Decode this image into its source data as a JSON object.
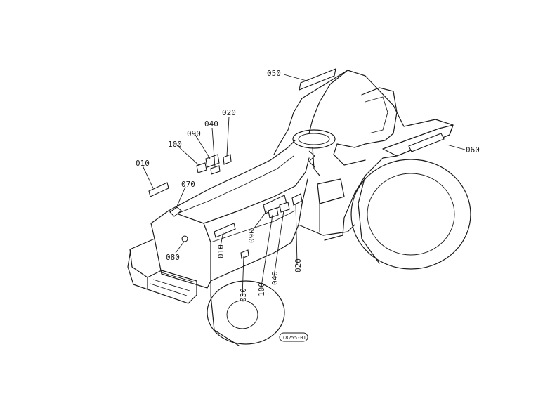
{
  "diagram": {
    "reference_code": "(8255-01)",
    "callouts": [
      {
        "id": "c050",
        "label": "050"
      },
      {
        "id": "c020a",
        "label": "020"
      },
      {
        "id": "c040a",
        "label": "040"
      },
      {
        "id": "c090a",
        "label": "090"
      },
      {
        "id": "c100a",
        "label": "100"
      },
      {
        "id": "c010a",
        "label": "010"
      },
      {
        "id": "c070",
        "label": "070"
      },
      {
        "id": "c060",
        "label": "060"
      },
      {
        "id": "c080",
        "label": "080"
      },
      {
        "id": "c010b",
        "label": "010"
      },
      {
        "id": "c090b",
        "label": "090"
      },
      {
        "id": "c020b",
        "label": "020"
      },
      {
        "id": "c030",
        "label": "030"
      },
      {
        "id": "c100b",
        "label": "100"
      },
      {
        "id": "c040b",
        "label": "040"
      }
    ]
  }
}
